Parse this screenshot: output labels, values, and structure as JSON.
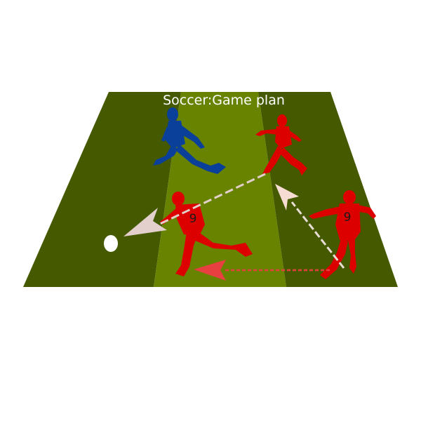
{
  "title": "Soccer:Game plan",
  "colors": {
    "field_outer": "#455a00",
    "field_center": "#678300",
    "team_red": "#dd0000",
    "team_blue": "#0a3f9a",
    "pass_arrow": "#e3d0cc",
    "run_arrow": "#e84040",
    "ball": "#ffffff"
  },
  "players": [
    {
      "id": "blue-kicker",
      "team": "blue",
      "number": ""
    },
    {
      "id": "red-top",
      "team": "red",
      "number": ""
    },
    {
      "id": "red-runner",
      "team": "red",
      "number": "9"
    },
    {
      "id": "red-right",
      "team": "red",
      "number": "9"
    }
  ],
  "icons": [
    "soccer-ball-icon",
    "player-silhouette-icon",
    "arrow-icon"
  ]
}
